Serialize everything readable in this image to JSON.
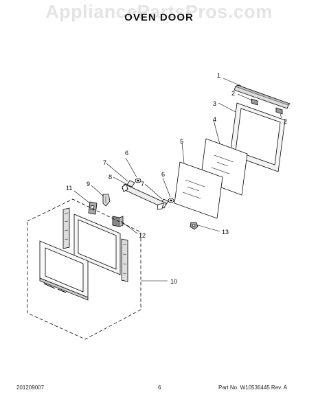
{
  "watermark": "AppliancePartsPros.com",
  "title": "OVEN DOOR",
  "callouts": [
    "1",
    "2",
    "3",
    "2",
    "4",
    "5",
    "6",
    "7",
    "8",
    "6",
    "7",
    "11",
    "9",
    "12",
    "13",
    "10"
  ],
  "footer": {
    "left": "201209007",
    "center": "6",
    "right": "Part No. W10536445  Rev. A"
  }
}
